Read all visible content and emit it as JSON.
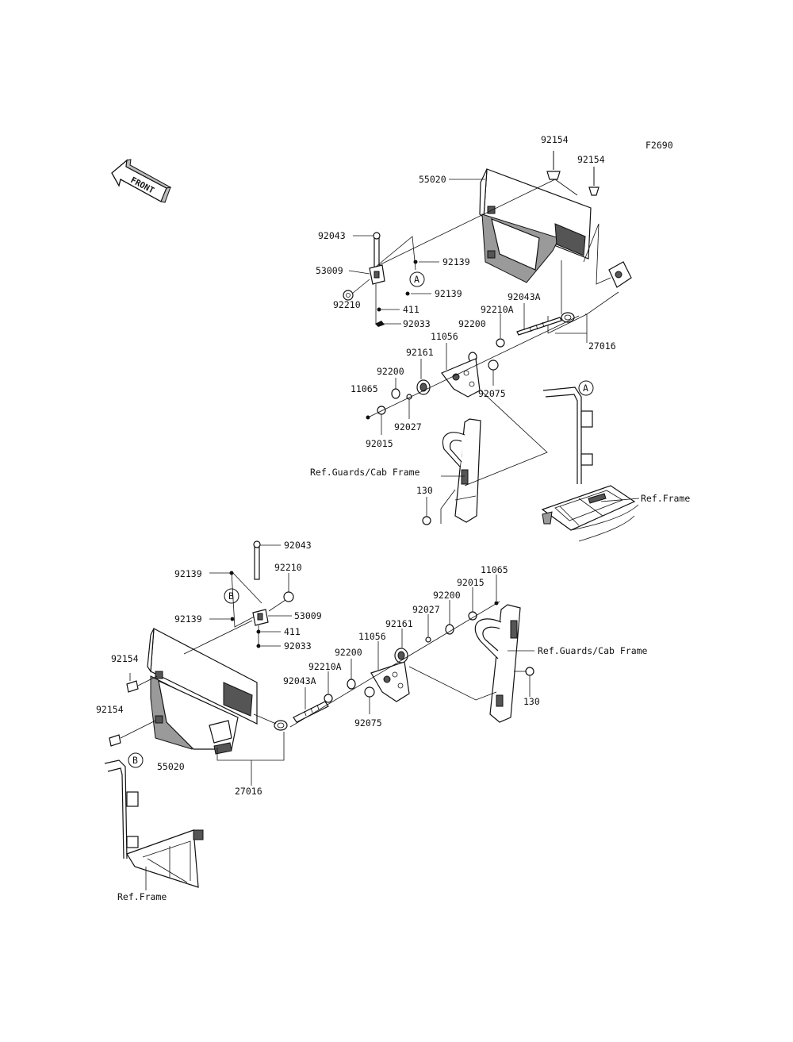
{
  "figure_code": "F2690",
  "front_label": "FRONT",
  "ref_a": "A",
  "ref_b": "B",
  "upper": {
    "p55020": "55020",
    "p92154a": "92154",
    "p92154b": "92154",
    "p92043": "92043",
    "p53009": "53009",
    "p92139a": "92139",
    "p92139b": "92139",
    "p92210": "92210",
    "p411": "411",
    "p92033": "92033",
    "p92043A": "92043A",
    "p92210A": "92210A",
    "p92200a": "92200",
    "p11056": "11056",
    "p92161": "92161",
    "p92200b": "92200",
    "p11065": "11065",
    "p92015": "92015",
    "p92027": "92027",
    "p92075": "92075",
    "p27016": "27016",
    "p130": "130",
    "ref_guards": "Ref.Guards/Cab Frame",
    "ref_frame": "Ref.Frame"
  },
  "lower": {
    "p92043": "92043",
    "p92139a": "92139",
    "p92210": "92210",
    "p92139b": "92139",
    "p53009": "53009",
    "p411": "411",
    "p92033": "92033",
    "p11065": "11065",
    "p92015": "92015",
    "p92200a": "92200",
    "p92027": "92027",
    "p92161": "92161",
    "p11056": "11056",
    "p92200b": "92200",
    "p92210A": "92210A",
    "p92043A": "92043A",
    "p92154a": "92154",
    "p92154b": "92154",
    "p55020": "55020",
    "p27016": "27016",
    "p92075": "92075",
    "p130": "130",
    "ref_guards": "Ref.Guards/Cab Frame",
    "ref_frame": "Ref.Frame"
  }
}
